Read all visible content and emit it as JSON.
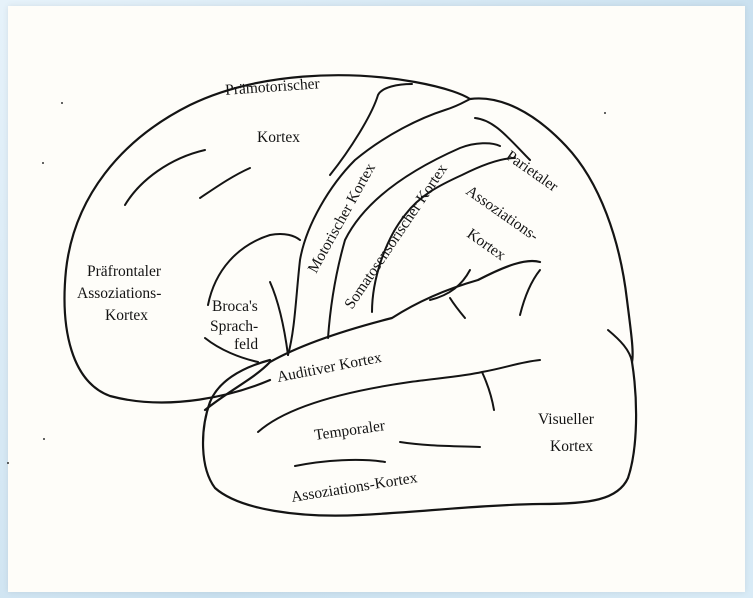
{
  "diagram": {
    "labels": {
      "praemotor_1": "Prämotorischer",
      "praemotor_2": "Kortex",
      "motor": "Motorischer  Kortex",
      "somato": "Somatosensorischer Kortex",
      "parietal_1": "Parietaler",
      "parietal_2": "Assoziations-",
      "parietal_3": "Kortex",
      "praefrontal_1": "Präfrontaler",
      "praefrontal_2": "Assoziations-",
      "praefrontal_3": "Kortex",
      "broca_1": "Broca's",
      "broca_2": "Sprach-",
      "broca_3": "feld",
      "auditiv": "Auditiver Kortex",
      "temporal_1": "Temporaler",
      "temporal_2": "Assoziations-Kortex",
      "visuell_1": "Visueller",
      "visuell_2": "Kortex"
    },
    "colors": {
      "background": "#d6e9f5",
      "paper": "#fefdf9",
      "ink": "#141414"
    }
  }
}
